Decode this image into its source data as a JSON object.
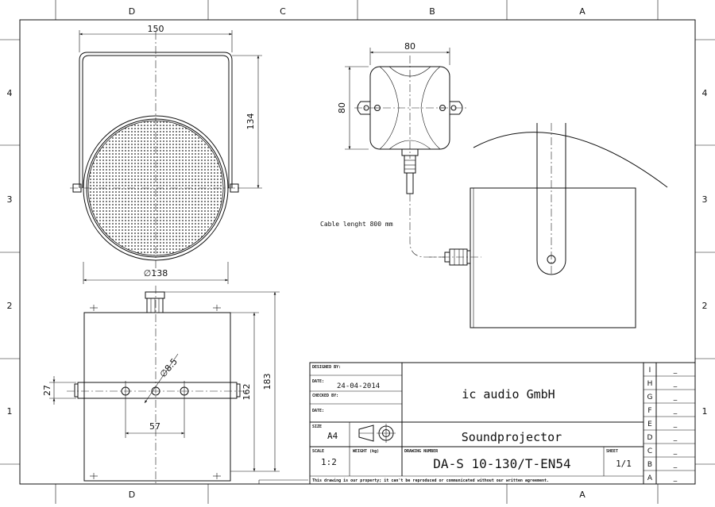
{
  "zones": {
    "columns_top": [
      "D",
      "C",
      "B",
      "A"
    ],
    "columns_bottom": [
      "D",
      "A"
    ],
    "rows": [
      "4",
      "3",
      "2",
      "1"
    ]
  },
  "dimensions": {
    "front_width": "150",
    "front_height": "134",
    "front_diameter": "∅138",
    "box_width": "80",
    "box_height": "80",
    "hole": "∅8.5",
    "side_flange": "27",
    "hole_spacing": "57",
    "body_height": "162",
    "total_height": "183"
  },
  "notes": {
    "cable": "Cable lenght  800 mm"
  },
  "title_block": {
    "designed_label": "DESIGNED BY:",
    "date_label_1": "DATE:",
    "date_1": "24-04-2014",
    "checked_label": "CHECKED BY:",
    "date_label_2": "DATE:",
    "company": "ic audio GmbH",
    "size_label": "SIZE",
    "size": "A4",
    "title": "Soundprojector",
    "scale_label": "SCALE",
    "scale": "1:2",
    "weight_label": "WEIGHT (kg)",
    "drawing_number_label": "DRAWING NUMBER",
    "drawing_number": "DA-S 10-130/T-EN54",
    "sheet_label": "SHEET",
    "sheet": "1/1",
    "copyright": "This drawing is our property; it can't be reproduced or communicated without our written agreement."
  },
  "revisions": {
    "letters": [
      "I",
      "H",
      "G",
      "F",
      "E",
      "D",
      "C",
      "B",
      "A"
    ],
    "marks": [
      "_",
      "_",
      "_",
      "_",
      "_",
      "_",
      "_",
      "_",
      "_"
    ]
  }
}
